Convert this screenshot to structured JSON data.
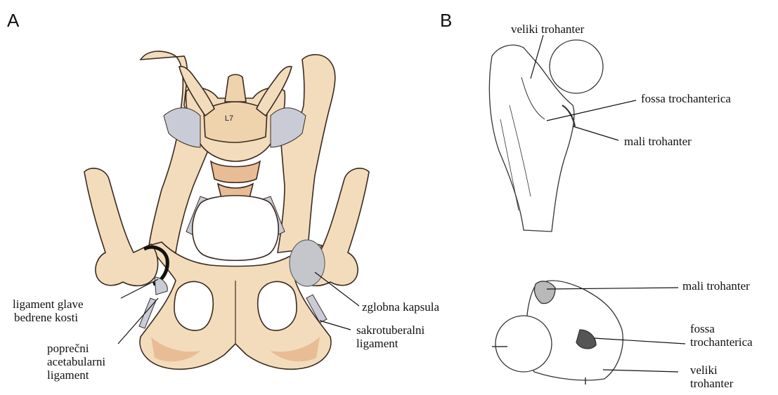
{
  "panel_a": {
    "letter": "A",
    "vertebra_label": "L7",
    "labels": {
      "ligament_glave": [
        "ligament glave",
        "bedrene kosti"
      ],
      "poprecni": [
        "poprečni",
        "acetabularni",
        "ligament"
      ],
      "zglobna_kapsula": "zglobna kapsula",
      "sakrotuberalni": [
        "sakrotuberalni",
        "ligament"
      ]
    }
  },
  "panel_b": {
    "letter": "B",
    "top_labels": {
      "veliki": "veliki trohanter",
      "fossa": "fossa trochanterica",
      "mali": "mali trohanter"
    },
    "bottom_labels": {
      "mali": "mali trohanter",
      "fossa": [
        "fossa",
        "trochanterica"
      ],
      "veliki": [
        "veliki",
        "trohanter"
      ]
    }
  },
  "colors": {
    "bone": "#f3dcbc",
    "bone_shade": "#e8bd95",
    "ligament": "#c9ccd6",
    "capsule": "#c4c6cc",
    "outline": "#3a2a20"
  }
}
